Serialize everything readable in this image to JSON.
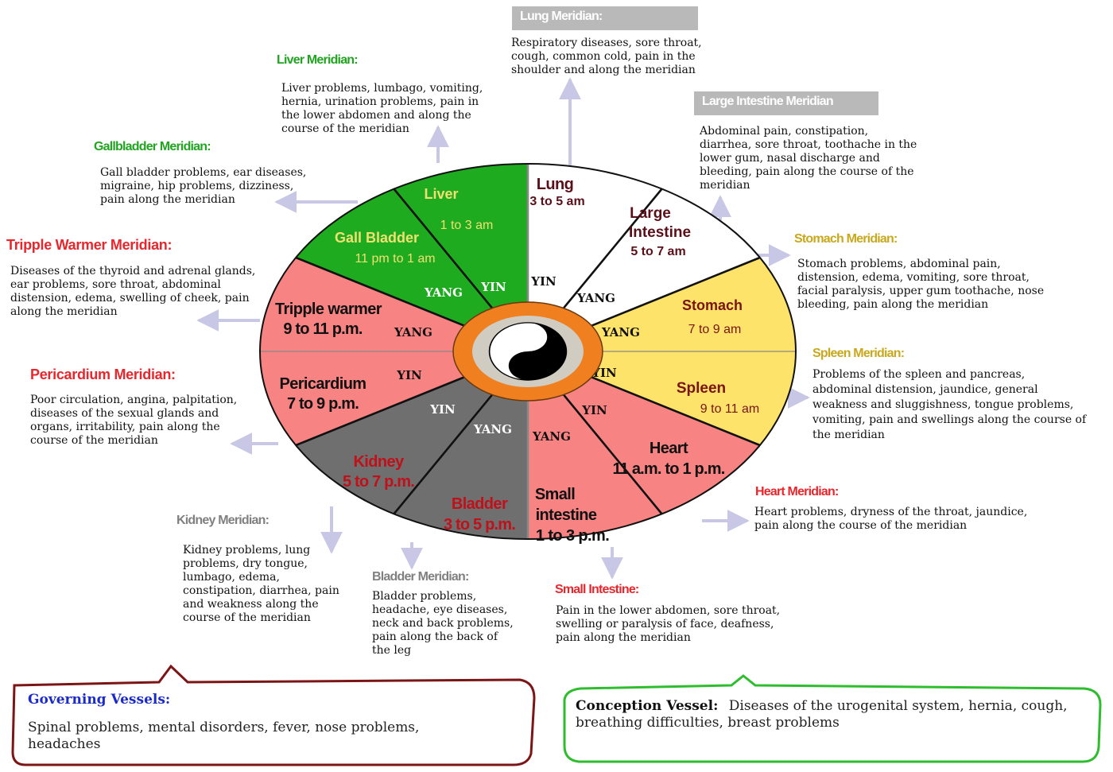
{
  "colors": {
    "green": "#1fab1f",
    "red_pink": "#f88383",
    "yellow": "#fde36a",
    "gray": "#6f6f6f",
    "white": "#ffffff",
    "orange_ring": "#f07f1f",
    "yin_yang_bg": "#d0ccc2",
    "arrow": "#c8c8e6",
    "title_green": "#1fa51f",
    "title_red": "#e8262c",
    "title_gold": "#c9a81c",
    "title_gray": "#808080",
    "title_blue": "#1a2bc8",
    "governing_border": "#7c1515",
    "conception_border": "#2dbd2d"
  },
  "center_icon": "yin-yang-icon",
  "segments": [
    {
      "id": "lung",
      "fill": "#ffffff",
      "name_lines": [
        "Lung"
      ],
      "time": "3 to 5 am",
      "name_color": "#5a0f19",
      "time_color": "#5a0f19",
      "polarity": "YIN"
    },
    {
      "id": "large-intestine",
      "fill": "#ffffff",
      "name_lines": [
        "Large",
        "Intestine"
      ],
      "time": "5 to 7 am",
      "name_color": "#5a0f19",
      "time_color": "#5a0f19",
      "polarity": "YANG"
    },
    {
      "id": "stomach",
      "fill": "#fde36a",
      "name_lines": [
        "Stomach"
      ],
      "time": "7 to 9 am",
      "name_color": "#7a1414",
      "time_color": "#7a1414",
      "polarity": "YANG"
    },
    {
      "id": "spleen",
      "fill": "#fde36a",
      "name_lines": [
        "Spleen"
      ],
      "time": "9 to 11 am",
      "name_color": "#7a1414",
      "time_color": "#7a1414",
      "polarity": "YIN"
    },
    {
      "id": "heart",
      "fill": "#f88383",
      "name_lines": [
        "Heart"
      ],
      "time": "11 a.m. to 1 p.m.",
      "name_color": "#111111",
      "time_color": "#111111",
      "polarity": "YIN"
    },
    {
      "id": "small-intestine",
      "fill": "#f88383",
      "name_lines": [
        "Small",
        "intestine",
        "1 to 3 p.m."
      ],
      "time": "",
      "name_color": "#111111",
      "time_color": "#111111",
      "polarity": "YANG"
    },
    {
      "id": "bladder",
      "fill": "#6f6f6f",
      "name_lines": [
        "Bladder"
      ],
      "time": "3 to 5 p.m.",
      "name_color": "#c0101a",
      "time_color": "#c0101a",
      "polarity": "YANG"
    },
    {
      "id": "kidney",
      "fill": "#6f6f6f",
      "name_lines": [
        "Kidney"
      ],
      "time": "5 to 7 p.m.",
      "name_color": "#c0101a",
      "time_color": "#c0101a",
      "polarity": "YIN"
    },
    {
      "id": "pericardium",
      "fill": "#f88383",
      "name_lines": [
        "Pericardium"
      ],
      "time": "7 to 9 p.m.",
      "name_color": "#111111",
      "time_color": "#111111",
      "polarity": "YIN"
    },
    {
      "id": "tripple-warmer",
      "fill": "#f88383",
      "name_lines": [
        "Tripple warmer"
      ],
      "time": "9 to 11 p.m.",
      "name_color": "#111111",
      "time_color": "#111111",
      "polarity": "YANG"
    },
    {
      "id": "gall-bladder",
      "fill": "#1fab1f",
      "name_lines": [
        "Gall Bladder"
      ],
      "time": "11 pm to 1 am",
      "name_color": "#f0e070",
      "time_color": "#f0e070",
      "polarity": "YANG"
    },
    {
      "id": "liver",
      "fill": "#1fab1f",
      "name_lines": [
        "Liver"
      ],
      "time": "1 to 3 am",
      "name_color": "#f0e070",
      "time_color": "#f0e070",
      "polarity": "YIN"
    }
  ],
  "meridians": {
    "lung": {
      "title": "Lung Meridian:",
      "title_color": "#ffffff",
      "desc": [
        "Respiratory diseases, sore throat,",
        "cough, common cold, pain in the",
        "shoulder and along the meridian"
      ]
    },
    "large_intestine": {
      "title": "Large Intestine Meridian",
      "title_color": "#ffffff",
      "desc": [
        "Abdominal pain, constipation,",
        "diarrhea, sore throat, toothache in the",
        "lower gum, nasal discharge and",
        "bleeding, pain along the course of the",
        "meridian"
      ]
    },
    "stomach": {
      "title": "Stomach Meridian:",
      "title_color": "#c9a81c",
      "desc": [
        "Stomach problems, abdominal pain,",
        "distension, edema, vomiting, sore throat,",
        "facial paralysis, upper gum toothache, nose",
        "bleeding, pain along the meridian"
      ]
    },
    "spleen": {
      "title": "Spleen Meridian:",
      "title_color": "#c9a81c",
      "desc": [
        "Problems of the spleen and pancreas,",
        "abdominal distension, jaundice, general",
        "weakness and sluggishness, tongue problems,",
        "vomiting, pain and swellings along the course of",
        "the meridian"
      ]
    },
    "heart": {
      "title": "Heart Meridian:",
      "title_color": "#e8262c",
      "desc": [
        "Heart problems, dryness of the throat, jaundice,",
        "pain along the course of the meridian"
      ]
    },
    "small_intestine": {
      "title": "Small Intestine:",
      "title_color": "#e8262c",
      "desc": [
        "Pain in the lower abdomen, sore throat,",
        "swelling or paralysis of face, deafness,",
        "pain along the meridian"
      ]
    },
    "bladder": {
      "title": "Bladder Meridian:",
      "title_color": "#808080",
      "desc": [
        "Bladder problems,",
        "headache, eye diseases,",
        "neck and back problems,",
        "pain along the back of",
        "the leg"
      ]
    },
    "kidney": {
      "title": "Kidney Meridian:",
      "title_color": "#808080",
      "desc": [
        "Kidney problems, lung",
        "problems, dry tongue,",
        "lumbago, edema,",
        "constipation, diarrhea, pain",
        "and weakness along the",
        "course of the meridian"
      ]
    },
    "pericardium": {
      "title": "Pericardium Meridian:",
      "title_color": "#e8262c",
      "desc": [
        "Poor circulation, angina, palpitation,",
        "diseases of the sexual glands and",
        "organs, irritability, pain along the",
        "course of the meridian"
      ]
    },
    "tripple_warmer": {
      "title": "Tripple Warmer Meridian:",
      "title_color": "#e8262c",
      "desc": [
        "Diseases of the thyroid and adrenal glands,",
        "ear problems, sore throat, abdominal",
        "distension, edema, swelling of cheek, pain",
        "along the meridian"
      ]
    },
    "gallbladder": {
      "title": "Gallbladder Meridian:",
      "title_color": "#1fa51f",
      "desc": [
        "Gall bladder problems, ear diseases,",
        "migraine, hip problems, dizziness,",
        "pain along the meridian"
      ]
    },
    "liver": {
      "title": "Liver Meridian:",
      "title_color": "#1fa51f",
      "desc": [
        "Liver problems, lumbago, vomiting,",
        "hernia, urination problems, pain in",
        "the lower abdomen and along the",
        "course of the meridian"
      ]
    }
  },
  "governing": {
    "title": "Governing Vessels:",
    "desc": "Spinal problems, mental disorders, fever, nose problems, headaches"
  },
  "conception": {
    "title": "Conception Vessel:",
    "desc": "Diseases of the urogenital system, hernia, cough, breathing difficulties, breast problems"
  }
}
